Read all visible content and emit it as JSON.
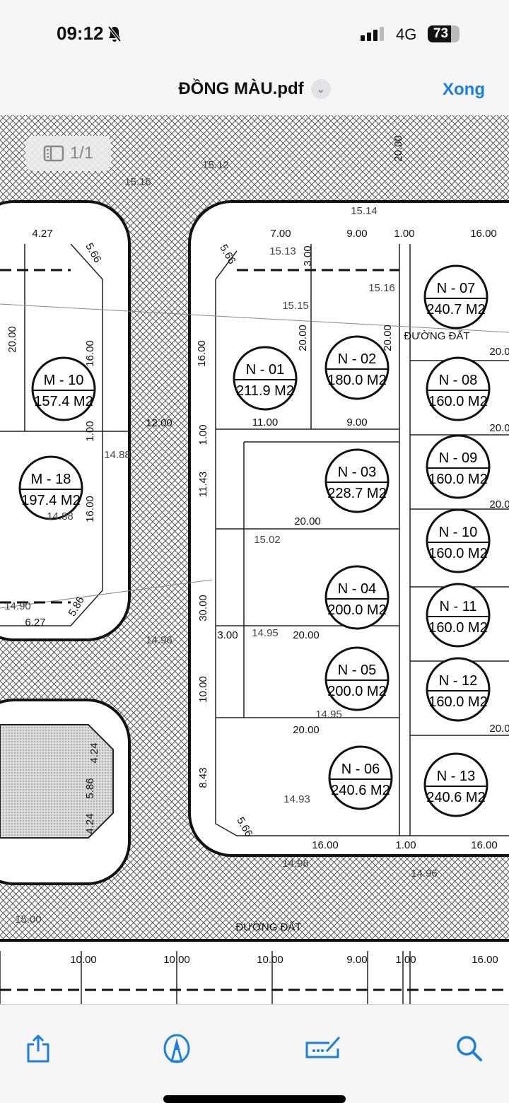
{
  "status_bar": {
    "time": "09:12",
    "network": "4G",
    "battery": "73",
    "silent_icon": "bell-slash-icon"
  },
  "header": {
    "title": "ĐỒNG MÀU.pdf",
    "done_label": "Xong"
  },
  "page_indicator": "1/1",
  "map": {
    "road_label": "ĐƯỜNG ĐẤT",
    "lots": [
      {
        "id": "N - 01",
        "area": "211.9 M2"
      },
      {
        "id": "N - 02",
        "area": "180.0 M2"
      },
      {
        "id": "N - 03",
        "area": "228.7 M2"
      },
      {
        "id": "N - 04",
        "area": "200.0 M2"
      },
      {
        "id": "N - 05",
        "area": "200.0 M2"
      },
      {
        "id": "N - 06",
        "area": "240.6 M2"
      },
      {
        "id": "N - 07",
        "area": "240.7 M2"
      },
      {
        "id": "N - 08",
        "area": "160.0 M2"
      },
      {
        "id": "N - 09",
        "area": "160.0 M2"
      },
      {
        "id": "N - 10",
        "area": "160.0 M2"
      },
      {
        "id": "N - 11",
        "area": "160.0 M2"
      },
      {
        "id": "N - 12",
        "area": "160.0 M2"
      },
      {
        "id": "N - 13",
        "area": "240.6 M2"
      },
      {
        "id": "M - 10",
        "area": "157.4 M2"
      },
      {
        "id": "M - 18",
        "area": "197.4 M2"
      }
    ],
    "dims": [
      "4.27",
      "5.66",
      "20.00",
      "16.00",
      "1.00",
      "12.00",
      "16.00",
      "6.27",
      "5.86",
      "7.00",
      "9.00",
      "1.00",
      "16.00",
      "3.00",
      "5.66",
      "20.00",
      "20.00",
      "16.00",
      "11.00",
      "9.00",
      "1.00",
      "11.43",
      "20.00",
      "3.00",
      "20.00",
      "10.00",
      "20.00",
      "8.43",
      "5.66",
      "16.00",
      "1.00",
      "16.00",
      "10.00",
      "10.00",
      "10.00",
      "9.00",
      "1.00",
      "16.00",
      "20.00",
      "4.24",
      "5.86",
      "4.24",
      "20.0",
      "20.0",
      "20.0",
      "20.0",
      "30.00"
    ],
    "elevations": [
      "15.14",
      "15.13",
      "15.15",
      "15.16",
      "14.93",
      "14.98",
      "14.96",
      "15.02",
      "14.95",
      "14.88",
      "14.88",
      "14.96",
      "14.95",
      "15.00",
      "14.90",
      "15.16",
      "15.12"
    ]
  },
  "toolbar": {
    "share": "share-icon",
    "markup": "markup-icon",
    "signature": "signature-icon",
    "search": "search-icon"
  },
  "colors": {
    "accent": "#1a7fe0"
  }
}
